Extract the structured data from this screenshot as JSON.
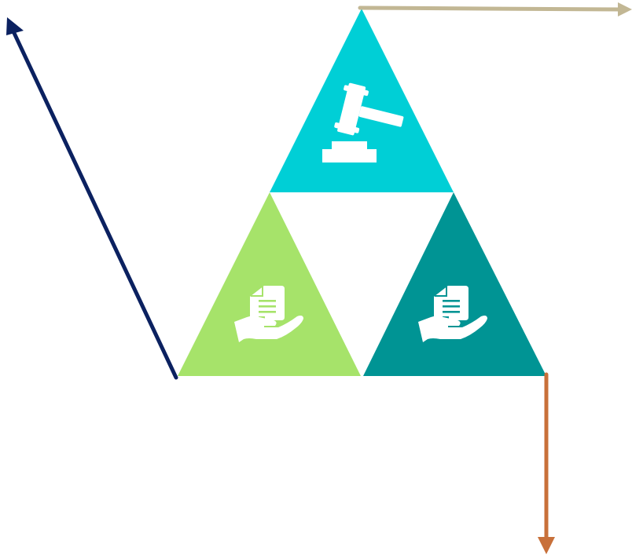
{
  "diagram": {
    "colors": {
      "background": "#ffffff",
      "top_triangle": "#00cfd6",
      "left_triangle": "#a6e36a",
      "right_triangle": "#009494",
      "icon": "#ffffff",
      "arrow_up_left": "#0b2160",
      "arrow_right": "#c2b794",
      "arrow_down": "#c8703a"
    },
    "segments": [
      {
        "name": "top",
        "icon": "gavel-icon"
      },
      {
        "name": "left",
        "icon": "hand-document-icon"
      },
      {
        "name": "right",
        "icon": "hand-document-icon"
      }
    ],
    "arrows": [
      {
        "name": "up-left",
        "direction": "up-left"
      },
      {
        "name": "right",
        "direction": "right"
      },
      {
        "name": "down",
        "direction": "down"
      }
    ]
  }
}
